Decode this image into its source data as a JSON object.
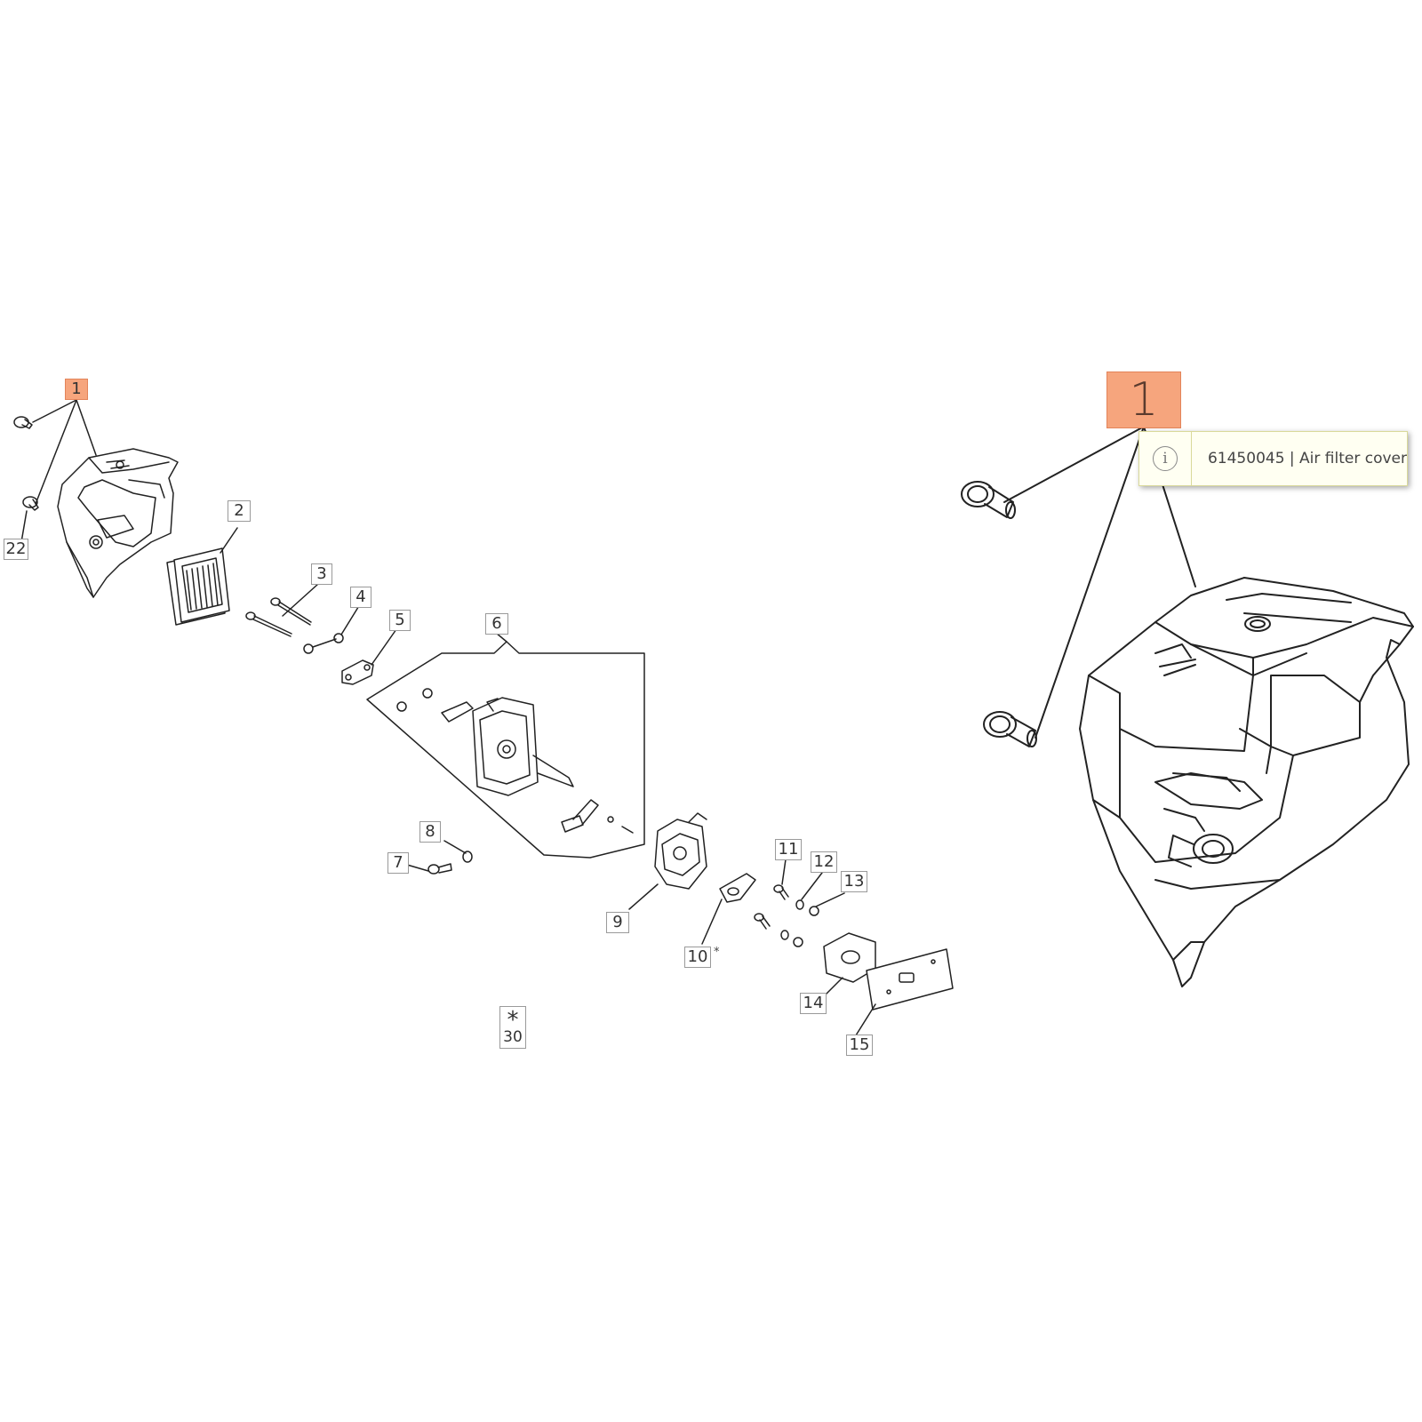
{
  "callouts": {
    "c1": "1",
    "c2": "2",
    "c3": "3",
    "c4": "4",
    "c5": "5",
    "c6": "6",
    "c7": "7",
    "c8": "8",
    "c9": "9",
    "c10": "10",
    "c11": "11",
    "c12": "12",
    "c13": "13",
    "c14": "14",
    "c15": "15",
    "c22": "22",
    "c30": "30"
  },
  "footnote_marker": "*",
  "detail": {
    "selected_callout": "1",
    "tooltip": {
      "icon": "info-icon",
      "text": "61450045 | Air filter cover"
    }
  },
  "colors": {
    "highlight": "#f6a57d",
    "tooltip_bg": "#fffff2",
    "line": "#222222"
  }
}
